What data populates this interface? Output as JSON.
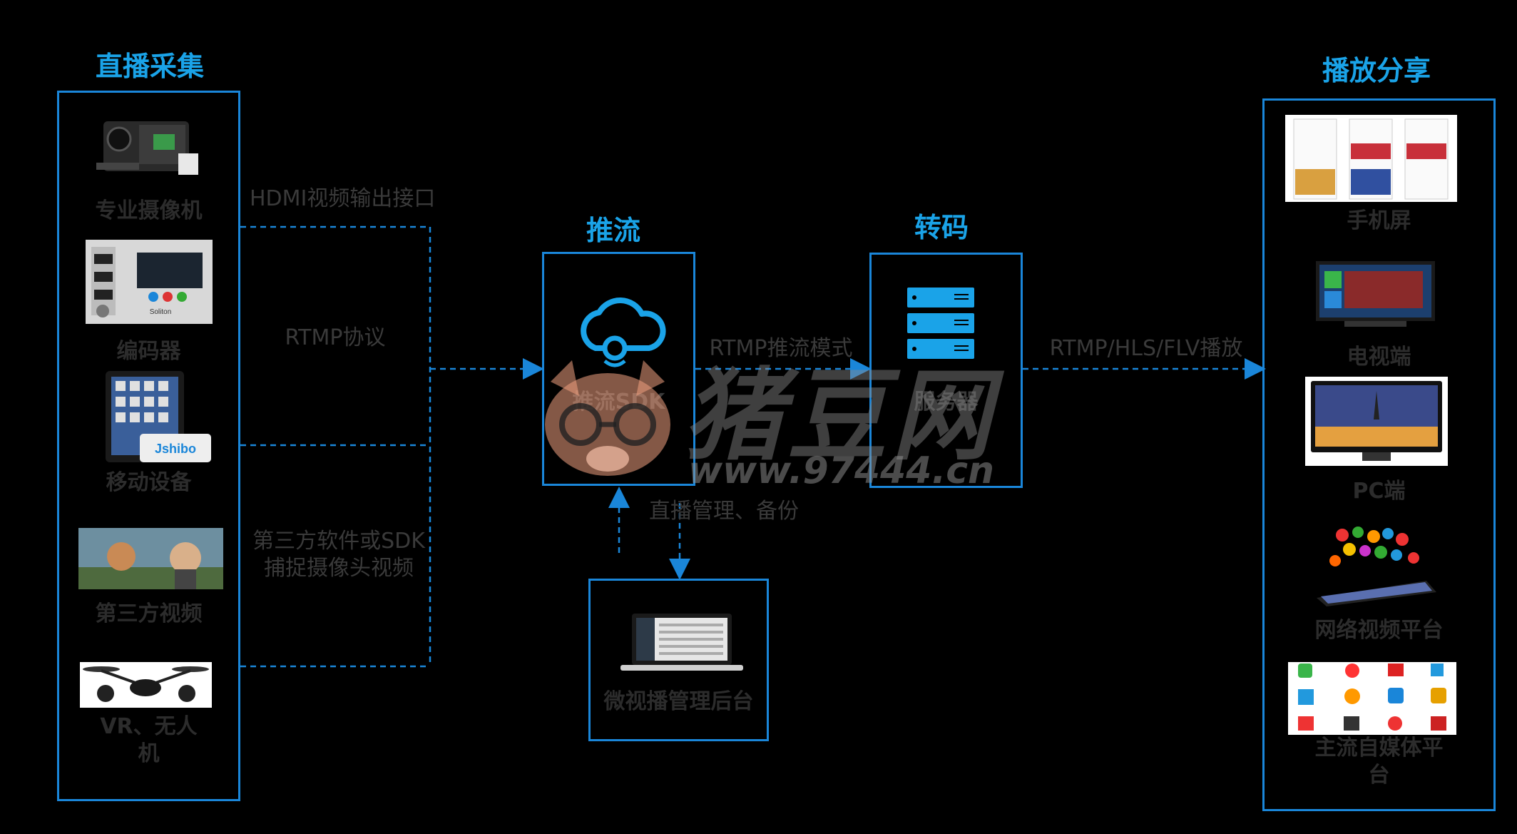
{
  "sections": {
    "capture_title": "直播采集",
    "push_title": "推流",
    "transcode_title": "转码",
    "play_title": "播放分享"
  },
  "capture_items": [
    {
      "label": "专业摄像机",
      "icon": "camera-icon"
    },
    {
      "label": "编码器",
      "icon": "encoder-icon"
    },
    {
      "label": "移动设备",
      "icon": "tablet-icon",
      "brand": "Jshibo"
    },
    {
      "label": "第三方视频",
      "icon": "video-still-icon"
    },
    {
      "label": "VR、无人\n机",
      "icon": "drone-icon"
    }
  ],
  "encoder_brand": "Soliton",
  "edge_labels": {
    "hdmi": "HDMI视频输出接口",
    "rtmp": "RTMP协议",
    "third_party": "第三方软件或SDK\n捕捉摄像头视频",
    "push_mode": "RTMP推流模式",
    "play": "RTMP/HLS/FLV播放",
    "manage": "直播管理、备份"
  },
  "push_box": {
    "label": "推流SDK",
    "icon": "cloud-user-icon"
  },
  "transcode_box": {
    "label": "服务器",
    "icon": "server-icon"
  },
  "admin_box": {
    "label": "微视播管理后台",
    "icon": "laptop-icon"
  },
  "play_items": [
    {
      "label": "手机屏",
      "icon": "phone-screens-icon"
    },
    {
      "label": "电视端",
      "icon": "tv-icon"
    },
    {
      "label": "PC端",
      "icon": "monitor-icon"
    },
    {
      "label": "网络视频平台",
      "icon": "tablet-apps-icon"
    },
    {
      "label": "主流自媒体平\n台",
      "icon": "app-grid-icon"
    }
  ],
  "watermark": {
    "main": "猪豆网",
    "url": "www.97444.cn"
  },
  "colors": {
    "accent": "#1aa3e8",
    "border": "#1a86d9",
    "label": "#2c2c2c",
    "background": "#000000"
  }
}
